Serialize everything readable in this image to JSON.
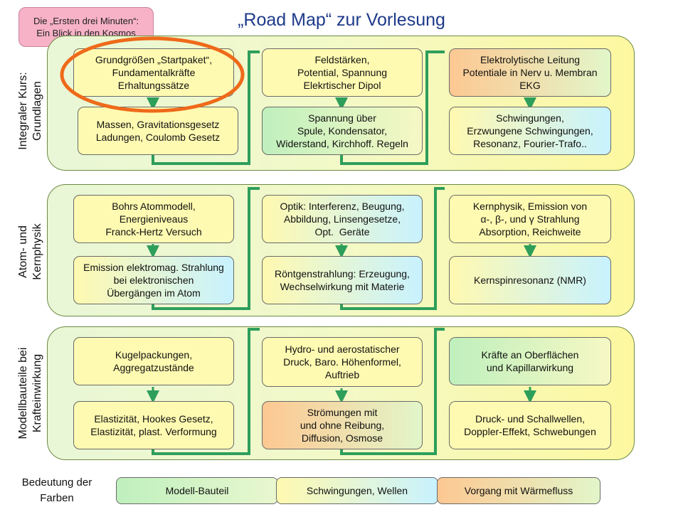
{
  "title": "„Road Map“ zur Vorlesung",
  "intro_box": "Die „Ersten drei Minuten“:\nEin Blick in den Kosmos",
  "sections": {
    "s1": "Integraler Kurs:\nGrundlagen",
    "s2": "Atom- und\nKernphysik",
    "s3": "Modellbauteile bei\nKrafteinwirkung"
  },
  "nodes": {
    "n1": "Grundgrößen „Startpaket“,\nFundamentalkräfte\nErhaltungssätze",
    "n2": "Massen, Gravitationsgesetz\nLadungen, Coulomb Gesetz",
    "n3": "Feldstärken,\nPotential, Spannung\nElekrtischer Dipol",
    "n4": "Spannung über\nSpule, Kondensator,\nWiderstand, Kirchhoff. Regeln",
    "n5": "Elektrolytische Leitung\nPotentiale in Nerv u. Membran\nEKG",
    "n6": "Schwingungen,\nErzwungene Schwingungen,\nResonanz, Fourier-Trafo..",
    "n7": "Bohrs Atommodell,\nEnergieniveaus\nFranck-Hertz Versuch",
    "n8": "Emission elektromag. Strahlung\nbei elektronischen\nÜbergängen im Atom",
    "n9": "Optik: Interferenz, Beugung,\nAbbildung, Linsengesetze,\nOpt.  Geräte",
    "n10": "Röntgenstrahlung: Erzeugung,\nWechselwirkung mit Materie",
    "n11": "Kernphysik, Emission von\nα-, β-, und γ Strahlung\nAbsorption, Reichweite",
    "n12": "Kernspinresonanz (NMR)",
    "n13": "Kugelpackungen,\nAggregatzustände",
    "n14": "Elastizität, Hookes Gesetz,\nElastizität, plast. Verformung",
    "n15": "Hydro- und aerostatischer\nDruck, Baro. Höhenformel,\nAuftrieb",
    "n16": "Strömungen mit\nund ohne Reibung,\nDiffusion, Osmose",
    "n17": "Kräfte an Oberflächen\nund Kapillarwirkung",
    "n18": "Druck- und Schallwellen,\nDoppler-Effekt, Schwebungen"
  },
  "legend": {
    "label": "Bedeutung der\nFarben",
    "items": [
      "Modell-Bauteil",
      "Schwingungen, Wellen",
      "Vorgang mit Wärmefluss"
    ]
  },
  "colors": {
    "title": "#1e3a8a",
    "flow": "#2e9e5b",
    "highlight_ring": "#ee6a1a",
    "model_part": "#bff0bd",
    "waves": "#c8f2ff",
    "heat_flow": "#fdc892",
    "default_node": "#fffab1",
    "intro": "#f7b2c8"
  }
}
